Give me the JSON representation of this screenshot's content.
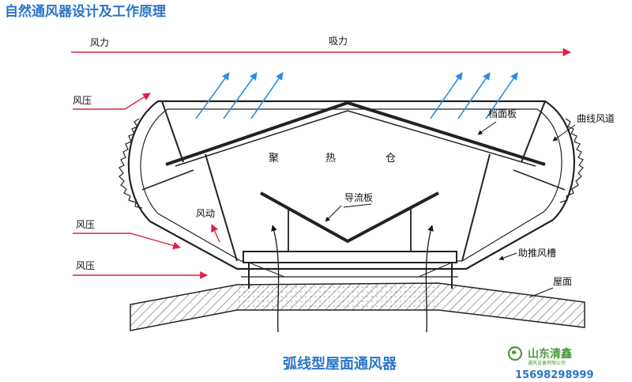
{
  "title": "自然通风器设计及工作原理",
  "caption": "弧线型屋面通风器",
  "labels": {
    "wind_force": "风力",
    "suction": "吸力",
    "wind_pressure_top": "风压",
    "wind_pressure_mid": "风压",
    "wind_pressure_low": "风压",
    "wind_move": "风动",
    "baffle_plate": "档面板",
    "curved_duct": "曲线风道",
    "heat_chamber": [
      "聚",
      "热",
      "仓"
    ],
    "deflector": "导流板",
    "assist_slot": "助推风槽",
    "roof": "屋面"
  },
  "logo": {
    "name": "山东清鑫",
    "subtitle": "通风设备有限公司",
    "phone": "15698298999"
  },
  "colors": {
    "title_blue": "#2a74c8",
    "arrow_red": "#e02040",
    "arrow_blue": "#2a8ee0",
    "line_dark": "#222222",
    "logo_green": "#4a9a3a"
  }
}
